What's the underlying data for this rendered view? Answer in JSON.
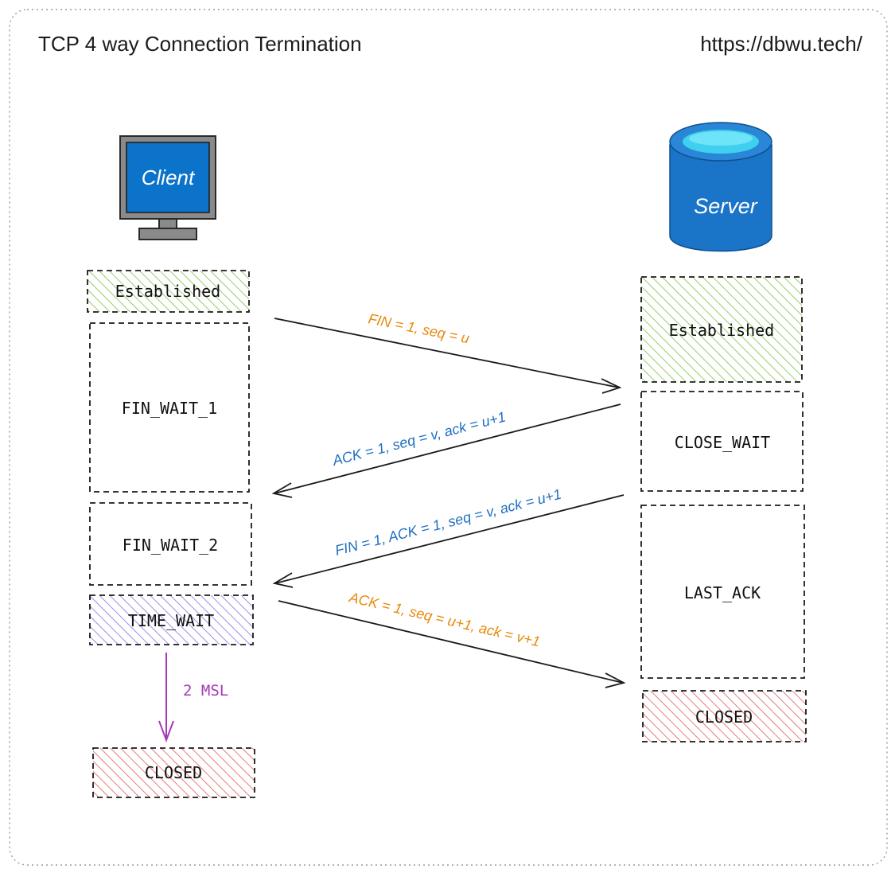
{
  "header": {
    "title": "TCP 4 way Connection Termination",
    "site": "https://dbwu.tech/"
  },
  "colors": {
    "green_hatch": "#7cc242",
    "purple_hatch": "#8b6fe0",
    "red_hatch": "#e35a5a",
    "orange_text": "#e8890c",
    "blue_text": "#1f6fbf",
    "purple_text": "#a43ab5",
    "device_blue": "#0b73c9",
    "cylinder_blue": "#1a74c8",
    "cylinder_top": "#3fd0ef",
    "gray": "#8a8a8a"
  },
  "client": {
    "label": "Client",
    "icon": "monitor-icon",
    "states": [
      "Established",
      "FIN_WAIT_1",
      "FIN_WAIT_2",
      "TIME_WAIT",
      "CLOSED"
    ],
    "timer_label": "2 MSL"
  },
  "server": {
    "label": "Server",
    "icon": "database-cylinder-icon",
    "states": [
      "Established",
      "CLOSE_WAIT",
      "LAST_ACK",
      "CLOSED"
    ]
  },
  "messages": [
    {
      "text": "FIN = 1,  seq = u",
      "direction": "client-to-server"
    },
    {
      "text": "ACK = 1,  seq = v,  ack = u+1",
      "direction": "server-to-client"
    },
    {
      "text": "FIN = 1,  ACK = 1,  seq = v,  ack = u+1",
      "direction": "server-to-client"
    },
    {
      "text": "ACK = 1,  seq = u+1,  ack = v+1",
      "direction": "client-to-server"
    }
  ]
}
